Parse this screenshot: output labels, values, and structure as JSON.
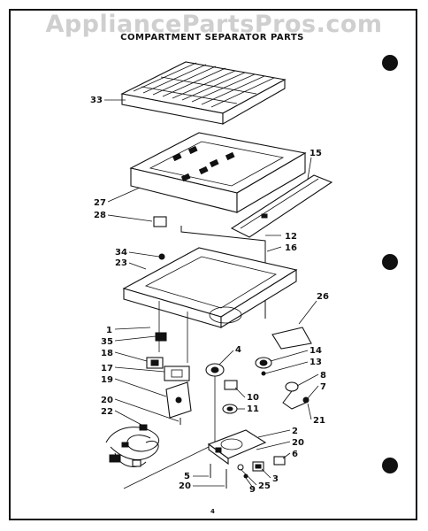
{
  "watermark": "AppliancePartsPros.com",
  "title": "COMPARTMENT SEPARATOR PARTS",
  "page_number": "4",
  "callouts": {
    "c33": "33",
    "c15": "15",
    "c27": "27",
    "c28": "28",
    "c12": "12",
    "c16": "16",
    "c34": "34",
    "c23": "23",
    "c26": "26",
    "c1": "1",
    "c35": "35",
    "c18": "18",
    "c14": "14",
    "c13": "13",
    "c4": "4",
    "c17": "17",
    "c19": "19",
    "c8": "8",
    "c7": "7",
    "c10": "10",
    "c11": "11",
    "c20a": "20",
    "c22": "22",
    "c21": "21",
    "c2": "2",
    "c20b": "20",
    "c6": "6",
    "c5": "5",
    "c3": "3",
    "c20c": "20",
    "c9": "9",
    "c25": "25"
  }
}
